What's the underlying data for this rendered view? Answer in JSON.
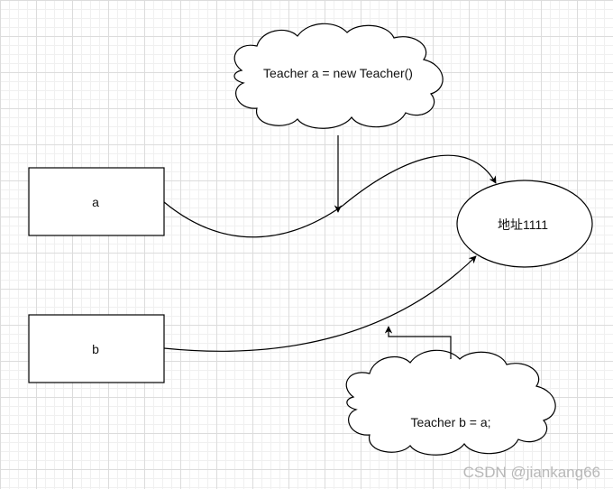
{
  "diagram": {
    "cloud_top": {
      "text": "Teacher a = new Teacher()"
    },
    "cloud_bottom": {
      "text": "Teacher b = a;"
    },
    "box_a": {
      "text": "a"
    },
    "box_b": {
      "text": "b"
    },
    "ellipse": {
      "text": "地址1111"
    }
  },
  "watermark": {
    "text": "CSDN @jiankang66"
  },
  "colors": {
    "stroke": "#000000",
    "fill": "#ffffff",
    "grid": "#dcdcdc"
  }
}
